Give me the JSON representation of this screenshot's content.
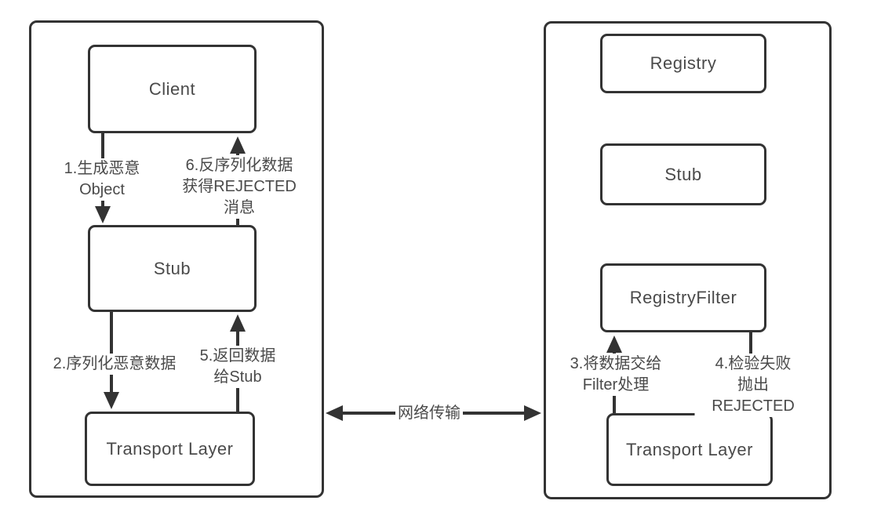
{
  "diagram": {
    "client_side": {
      "client_box": "Client",
      "stub_box": "Stub",
      "transport_box": "Transport Layer"
    },
    "server_side": {
      "registry_box": "Registry",
      "stub_box": "Stub",
      "registry_filter_box": "RegistryFilter",
      "transport_box": "Transport Layer"
    },
    "steps": {
      "step1": "1.生成恶意\nObject",
      "step2": "2.序列化恶意数据",
      "step3": "3.将数据交给\nFilter处理",
      "step4": "4.检验失败\n抛出REJECTED",
      "step5": "5.返回数据\n给Stub",
      "step6": "6.反序列化数据\n获得REJECTED\n消息"
    },
    "network_label": "网络传输",
    "colors": {
      "stroke": "#333333",
      "text": "#4a4a4a",
      "background": "#ffffff"
    }
  }
}
